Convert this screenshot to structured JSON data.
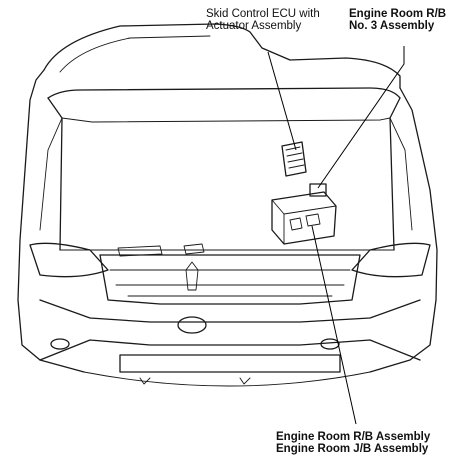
{
  "labels": {
    "skid_control_line1": "Skid Control ECU with",
    "skid_control_line2": "Actuator Assembly",
    "rb3_line1": "Engine Room R/B",
    "rb3_line2": "No. 3 Assembly",
    "rbjb_line1": "Engine Room R/B Assembly",
    "rbjb_line2": "Engine Room J/B Assembly"
  }
}
